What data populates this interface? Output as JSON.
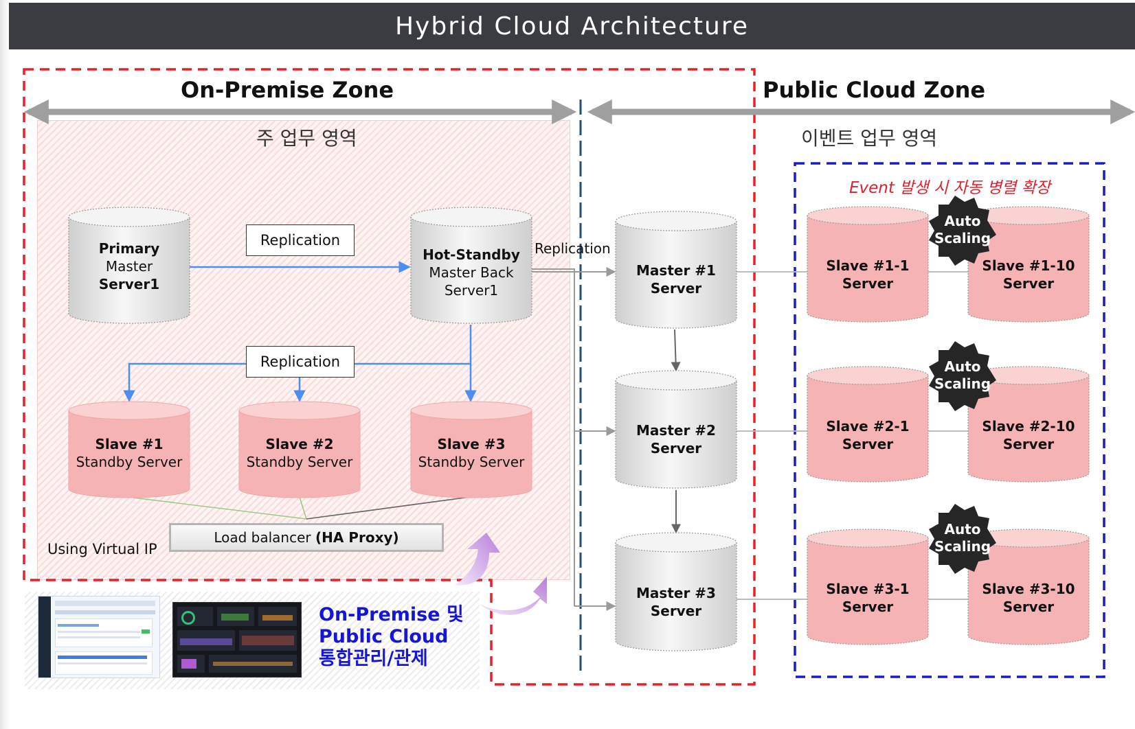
{
  "title": "Hybrid Cloud Architecture",
  "zones": {
    "on_premise": "On-Premise Zone",
    "public_cloud": "Public Cloud Zone"
  },
  "areas": {
    "main": "주 업무 영역",
    "event": "이벤트 업무 영역",
    "event_caption": "Event 발생 시 자동 병렬 확장"
  },
  "replication": {
    "label_1": "Replication",
    "label_2": "Replication",
    "label_3": "Replication"
  },
  "primary": {
    "line1": "Primary",
    "line2": "Master",
    "line3": "Server1"
  },
  "hot_standby": {
    "line1": "Hot-Standby",
    "line2": "Master Back",
    "line3": "Server1"
  },
  "slaves": [
    {
      "line1": "Slave #1",
      "line2": "Standby Server"
    },
    {
      "line1": "Slave #2",
      "line2": "Standby Server"
    },
    {
      "line1": "Slave #3",
      "line2": "Standby Server"
    }
  ],
  "load_balancer": {
    "prefix": "Load balancer ",
    "bold": "(HA Proxy)"
  },
  "virtual_ip": "Using Virtual IP",
  "masters": [
    {
      "line1": "Master #1",
      "line2": "Server"
    },
    {
      "line1": "Master #2",
      "line2": "Server"
    },
    {
      "line1": "Master #3",
      "line2": "Server"
    }
  ],
  "scaling_rows": [
    {
      "left": {
        "line1": "Slave #1-1",
        "line2": "Server"
      },
      "right": {
        "line1": "Slave #1-10",
        "line2": "Server"
      },
      "badge1": "Auto",
      "badge2": "Scaling"
    },
    {
      "left": {
        "line1": "Slave #2-1",
        "line2": "Server"
      },
      "right": {
        "line1": "Slave #2-10",
        "line2": "Server"
      },
      "badge1": "Auto",
      "badge2": "Scaling"
    },
    {
      "left": {
        "line1": "Slave #3-1",
        "line2": "Server"
      },
      "right": {
        "line1": "Slave #3-10",
        "line2": "Server"
      },
      "badge1": "Auto",
      "badge2": "Scaling"
    }
  ],
  "management": {
    "line1": "On-Premise 및",
    "line2": "Public Cloud",
    "line3": "통합관리/관제"
  },
  "colors": {
    "title_bar": "#3a3c41",
    "on_prem_border": "#e8202a",
    "cloud_border": "#1a1acc",
    "divider": "#1f4e79",
    "replication_arrow": "#4a8ef2",
    "slave_fill": "#f6b3b3",
    "server_fill": "#e0e0e0",
    "management_text": "#1515d6",
    "event_caption": "#e0202a"
  }
}
